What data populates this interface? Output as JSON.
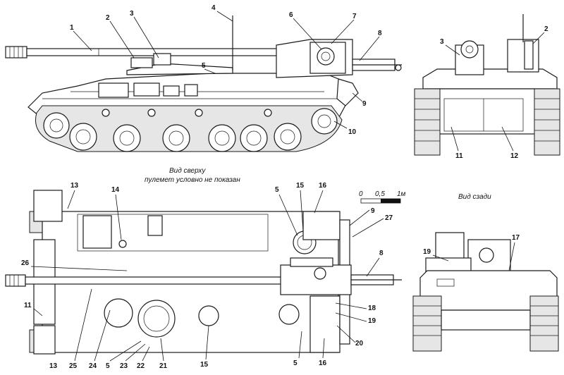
{
  "views": {
    "top_view_title": "Вид сверху",
    "top_view_note": "пулемет условно не показан",
    "rear_view_title": "Вид сзади"
  },
  "scale": {
    "ticks": [
      "0",
      "0,5",
      "1м"
    ]
  },
  "callouts": {
    "side": [
      "1",
      "2",
      "3",
      "4",
      "5",
      "6",
      "7",
      "8",
      "9",
      "10"
    ],
    "front": [
      "3",
      "2",
      "11",
      "12"
    ],
    "top": [
      "13",
      "14",
      "5",
      "15",
      "16",
      "9",
      "27",
      "8",
      "26",
      "11",
      "18",
      "19",
      "20",
      "13",
      "25",
      "24",
      "5",
      "23",
      "22",
      "21",
      "15",
      "5",
      "16"
    ],
    "rear": [
      "17",
      "19"
    ]
  }
}
